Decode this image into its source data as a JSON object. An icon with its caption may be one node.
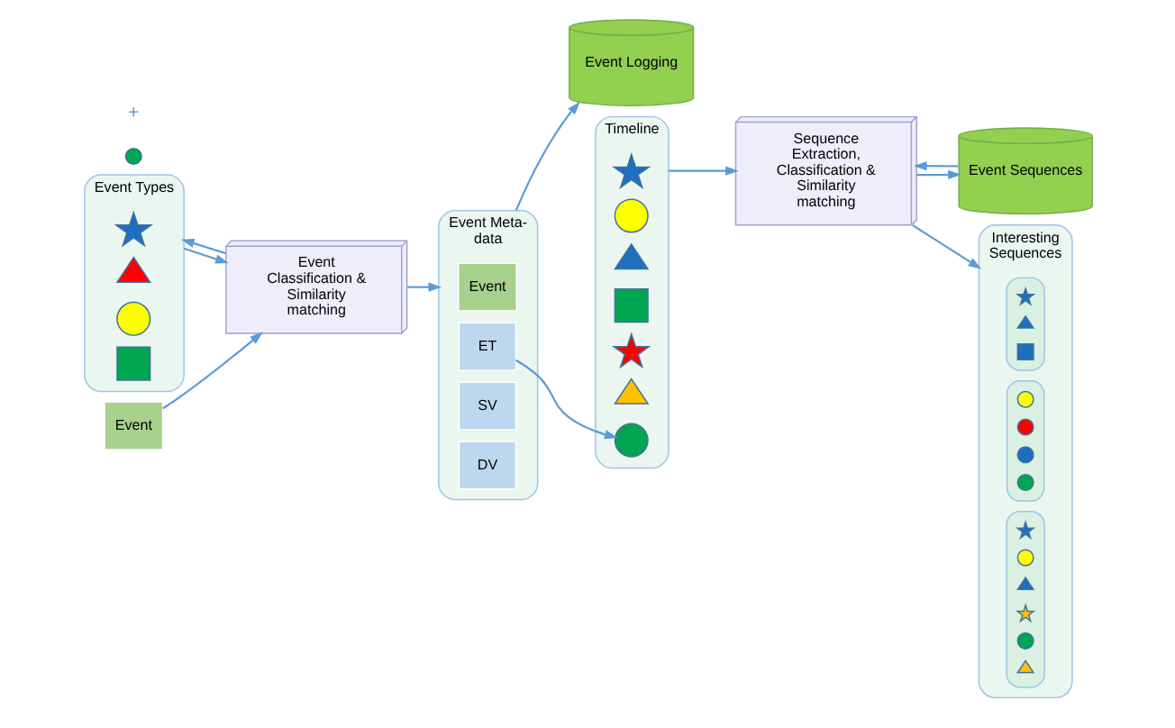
{
  "diagram": {
    "nodes": [
      {
        "text": [
          "Event Types"
        ]
      },
      {
        "text": [],
        "shape": "star",
        "in": 0
      },
      {
        "text": [],
        "shape": "triangle",
        "in": 0
      },
      {
        "text": [],
        "shape": "circle",
        "in": 0
      },
      {
        "text": [],
        "shape": "box",
        "in": 0
      },
      {
        "text": [
          "Event"
        ]
      },
      {
        "text": [
          "Event Classification & Similarity matching"
        ]
      },
      {
        "text": [
          "Event Meta-data"
        ]
      },
      {
        "text": [
          "Event"
        ],
        "in": 7
      },
      {
        "text": [
          "ET"
        ],
        "in": 7
      },
      {
        "text": [
          "SV"
        ],
        "in": 7
      },
      {
        "text": [
          "DV"
        ],
        "in": 7
      },
      {
        "text": [
          "Event Logging"
        ]
      },
      {
        "text": [
          "Timeline"
        ]
      },
      {
        "text": [],
        "shape": "star",
        "in": 13
      },
      {
        "text": [],
        "shape": "circle",
        "in": 13
      },
      {
        "text": [],
        "shape": "triangle",
        "in": 13
      },
      {
        "text": [],
        "shape": "box",
        "in": 13
      },
      {
        "text": [],
        "shape": "star",
        "in": 13
      },
      {
        "text": [],
        "shape": "triangle",
        "in": 13
      },
      {
        "text": [],
        "shape": "circle",
        "in": 13
      },
      {
        "text": [],
        "shape": "circle"
      },
      {
        "text": [
          "Event Sequences"
        ]
      },
      {
        "text": [
          "Sequence Extraction, Classification & Similarity matching"
        ]
      },
      {
        "text": [
          "Interesting Sequences"
        ]
      },
      {
        "text": [],
        "shape": "box",
        "in": 24
      },
      {
        "text": [],
        "shape": "star",
        "in": 25
      },
      {
        "text": [],
        "shape": "triangle",
        "in": 25
      },
      {
        "text": [],
        "shape": "box",
        "in": 25
      },
      {
        "text": [],
        "shape": "box",
        "in": 24
      },
      {
        "text": [],
        "shape": "circle",
        "in": 29
      },
      {
        "text": [],
        "shape": "circle",
        "in": 29
      },
      {
        "text": [],
        "shape": "circle",
        "in": 29
      },
      {
        "text": [],
        "shape": "circle",
        "in": 29
      },
      {
        "text": [],
        "shape": "box",
        "in": 24
      },
      {
        "text": [],
        "shape": "star",
        "in": 34
      },
      {
        "text": [],
        "shape": "circle",
        "in": 34
      },
      {
        "text": [],
        "shape": "triangle",
        "in": 34
      },
      {
        "text": [],
        "shape": "star",
        "in": 34
      },
      {
        "text": [],
        "shape": "circle",
        "in": 34
      },
      {
        "text": [],
        "shape": "triangle",
        "in": 34
      }
    ],
    "edges": [
      {
        "from": 0,
        "to": 6,
        "arrow": "to"
      },
      {
        "from": 5,
        "to": 6,
        "arrow": "to"
      },
      {
        "from": 6,
        "to": 0,
        "arrow": "to"
      },
      {
        "from": 6,
        "to": 7,
        "arrow": "to"
      },
      {
        "from": 7,
        "to": 12,
        "arrow": "to"
      },
      {
        "from": 9,
        "to": 20,
        "arrow": "to"
      },
      {
        "from": 13,
        "to": 23,
        "arrow": "to"
      },
      {
        "from": 22,
        "to": 23,
        "arrow": "to"
      },
      {
        "from": 23,
        "to": 22,
        "arrow": "to"
      },
      {
        "from": 23,
        "to": 24,
        "arrow": "to"
      }
    ],
    "labels": [
      "+"
    ]
  }
}
